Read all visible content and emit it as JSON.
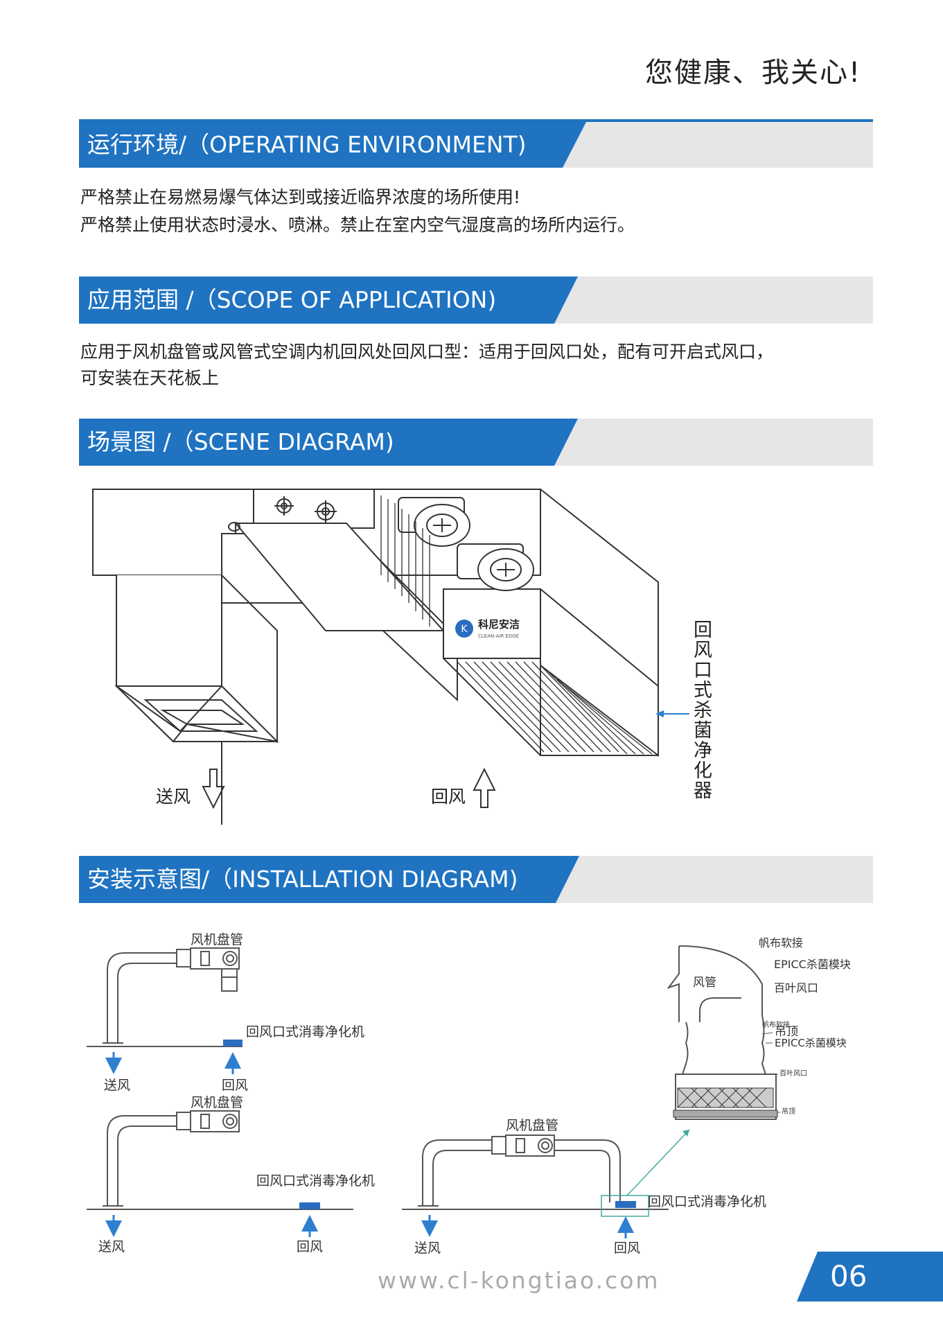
{
  "slogan": "您健康、我关心!",
  "sections": {
    "env": {
      "title": "运行环境/（OPERATING ENVIRONMENT)",
      "lines": [
        "严格禁止在易燃易爆气体达到或接近临界浓度的场所使用!",
        "严格禁止使用状态时浸水、喷淋。禁止在室内空气湿度高的场所内运行。"
      ]
    },
    "scope": {
      "title": "应用范围 /（SCOPE OF APPLICATION)",
      "lines": [
        "应用于风机盘管或风管式空调内机回风处回风口型：适用于回风口处，配有可开启式风口，",
        "可安装在天花板上"
      ]
    },
    "scene": {
      "title": "场景图 /（SCENE DIAGRAM)"
    },
    "install": {
      "title": "安装示意图/（INSTALLATION DIAGRAM)"
    }
  },
  "scene": {
    "brand_cn": "科尼安洁",
    "brand_en": "CLEAN·AIR EDGE",
    "vertical_label": "回风口式杀菌净化器",
    "supply": "送风",
    "return": "回风"
  },
  "install": {
    "fan_coil": "风机盘管",
    "purifier": "回风口式消毒净化机",
    "supply": "送风",
    "return": "回风",
    "detail": {
      "canvas": "帆布软接",
      "epicc": "EPICC杀菌模块",
      "louver": "百叶风口",
      "duct": "风管",
      "ceiling": "吊顶",
      "small_canvas": "帆布软接",
      "small_epicc": "EPICC杀菌模块",
      "small_louver": "百叶风口",
      "small_ceiling": "吊顶"
    }
  },
  "footer": {
    "url": "www.cl-kongtiao.com",
    "page": "06"
  },
  "colors": {
    "accent": "#1f73c1",
    "band": "#e6e6e6",
    "arrow": "#2f7fd0",
    "teal": "#3fa9a0"
  }
}
